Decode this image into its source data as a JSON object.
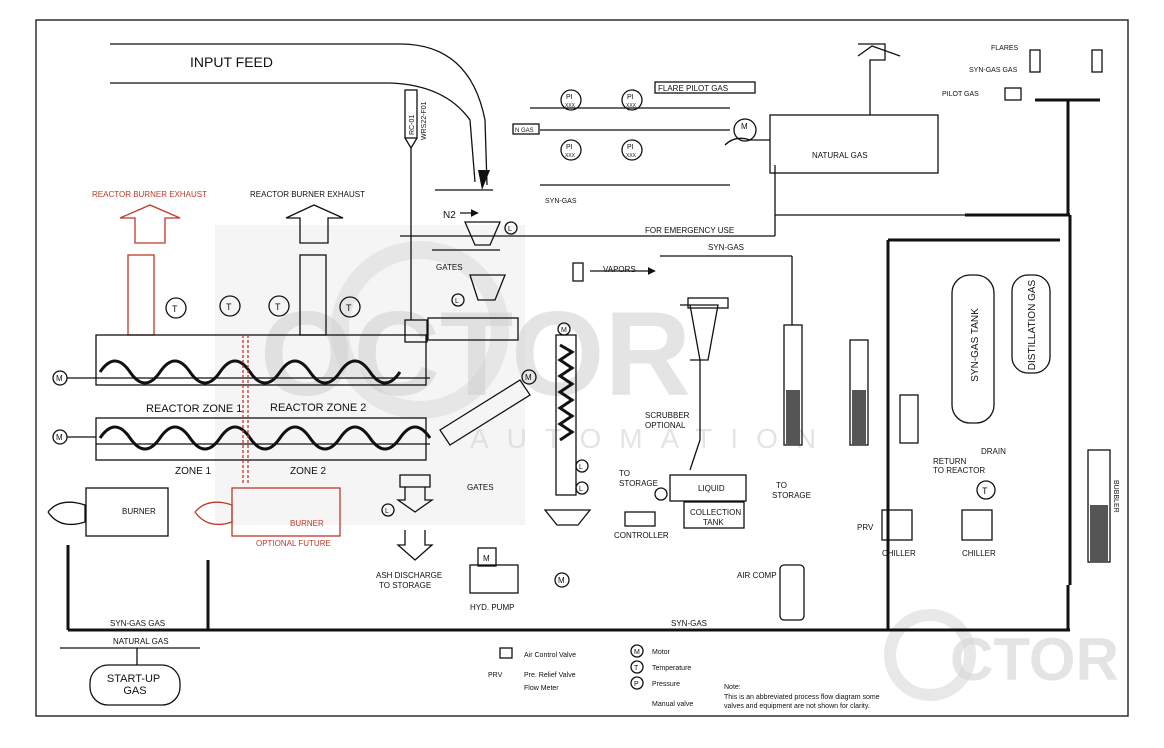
{
  "diagram": {
    "input_feed": "INPUT FEED",
    "flares": "FLARES",
    "syn_gas_gas": "SYN-GAS GAS",
    "pilot_gas": "PILOT GAS",
    "flare_pilot_gas": "FLARE PILOT GAS",
    "n_gas": "N GAS",
    "syn_gas": "SYN-GAS",
    "natural_gas": "NATURAL GAS",
    "for_emergency_use": "FOR EMERGENCY USE",
    "reactor_burner_exhaust": "REACTOR BURNER EXHAUST",
    "n2": "N2",
    "gates": "GATES",
    "vapors": "VAPORS",
    "scrubber_optional": "SCRUBBER\nOPTIONAL",
    "syn_gas_tank": "SYN-GAS TANK",
    "distillation_gas": "DISTILLATION GAS",
    "drain": "DRAIN",
    "return_to_reactor": "RETURN\nTO REACTOR",
    "bubbler": "BUBBLER",
    "reactor_zone_1": "REACTOR ZONE 1",
    "reactor_zone_2": "REACTOR ZONE 2",
    "zone_1": "ZONE 1",
    "zone_2": "ZONE 2",
    "burner": "BURNER",
    "optional_future": "OPTIONAL FUTURE",
    "to_storage": "TO STORAGE",
    "liquid": "LIQUID",
    "collection_tank": "COLLECTION\nTANK",
    "controller": "CONTROLLER",
    "chiller": "CHILLER",
    "prv": "PRV",
    "air_comp": "AIR COMP",
    "ash_discharge": "ASH DISCHARGE\nTO STORAGE",
    "hyd_pump": "HYD. PUMP",
    "syn_gas_gas_line": "SYN-GAS GAS",
    "start_up_gas": "START-UP\nGAS",
    "instrument_tag": "RC-01",
    "instrument_tag_2": "WRS22-F01",
    "pi": "PI",
    "xxx": "XXX",
    "m": "M",
    "t": "T",
    "l": "L"
  },
  "legend": {
    "air_control_valve": "Air Control Valve",
    "prv_label": "PRV",
    "pre_relief_valve": "Pre. Relief Valve",
    "flow_meter": "Flow Meter",
    "motor": "Motor",
    "temperature": "Temperature",
    "pressure": "Pressure",
    "manual_valve": "Manual valve",
    "m": "M",
    "t": "T",
    "p": "P"
  },
  "note": {
    "title": "Note:",
    "text": "This is an abbreviated process flow  diagram some\nvalves and equipment are not shown for clarity."
  },
  "watermark": {
    "main": "OCTOR",
    "sub": "AUTOMATION",
    "corner": "CTOR"
  },
  "colors": {
    "line": "#111111",
    "optional": "#c0392b",
    "watermark": "#cfcfcf"
  }
}
